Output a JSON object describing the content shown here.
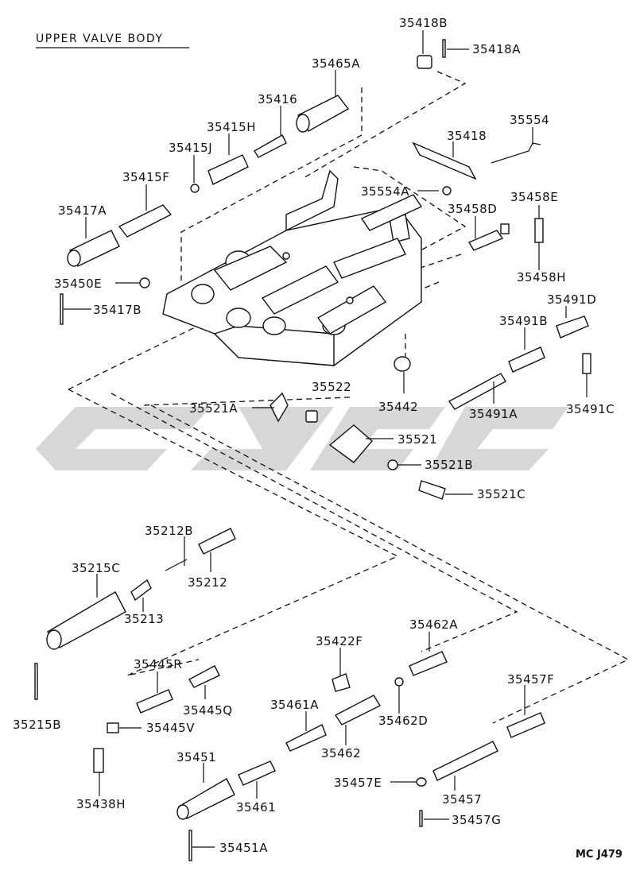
{
  "title": "UPPER VALVE BODY",
  "diagram_code": "MC J479",
  "parts": {
    "p35418B": "35418B",
    "p35418A": "35418A",
    "p35465A": "35465A",
    "p35416": "35416",
    "p35554": "35554",
    "p35418": "35418",
    "p35415H": "35415H",
    "p35415J": "35415J",
    "p35415F": "35415F",
    "p35554A": "35554A",
    "p35458E": "35458E",
    "p35417A": "35417A",
    "p35458D": "35458D",
    "p35458H": "35458H",
    "p35450E": "35450E",
    "p35417B": "35417B",
    "p35491D": "35491D",
    "p35491B": "35491B",
    "p35522": "35522",
    "p35442": "35442",
    "p35521A": "35521A",
    "p35491A": "35491A",
    "p35491C": "35491C",
    "p35521": "35521",
    "p35521B": "35521B",
    "p35521C": "35521C",
    "p35212B": "35212B",
    "p35215C": "35215C",
    "p35212": "35212",
    "p35213": "35213",
    "p35422F": "35422F",
    "p35462A": "35462A",
    "p35445R": "35445R",
    "p35457F": "35457F",
    "p35445Q": "35445Q",
    "p35461A": "35461A",
    "p35462D": "35462D",
    "p35215B": "35215B",
    "p35445V": "35445V",
    "p35462": "35462",
    "p35451": "35451",
    "p35457E": "35457E",
    "p35457": "35457",
    "p35438H": "35438H",
    "p35461": "35461",
    "p35457G": "35457G",
    "p35451A": "35451A"
  }
}
